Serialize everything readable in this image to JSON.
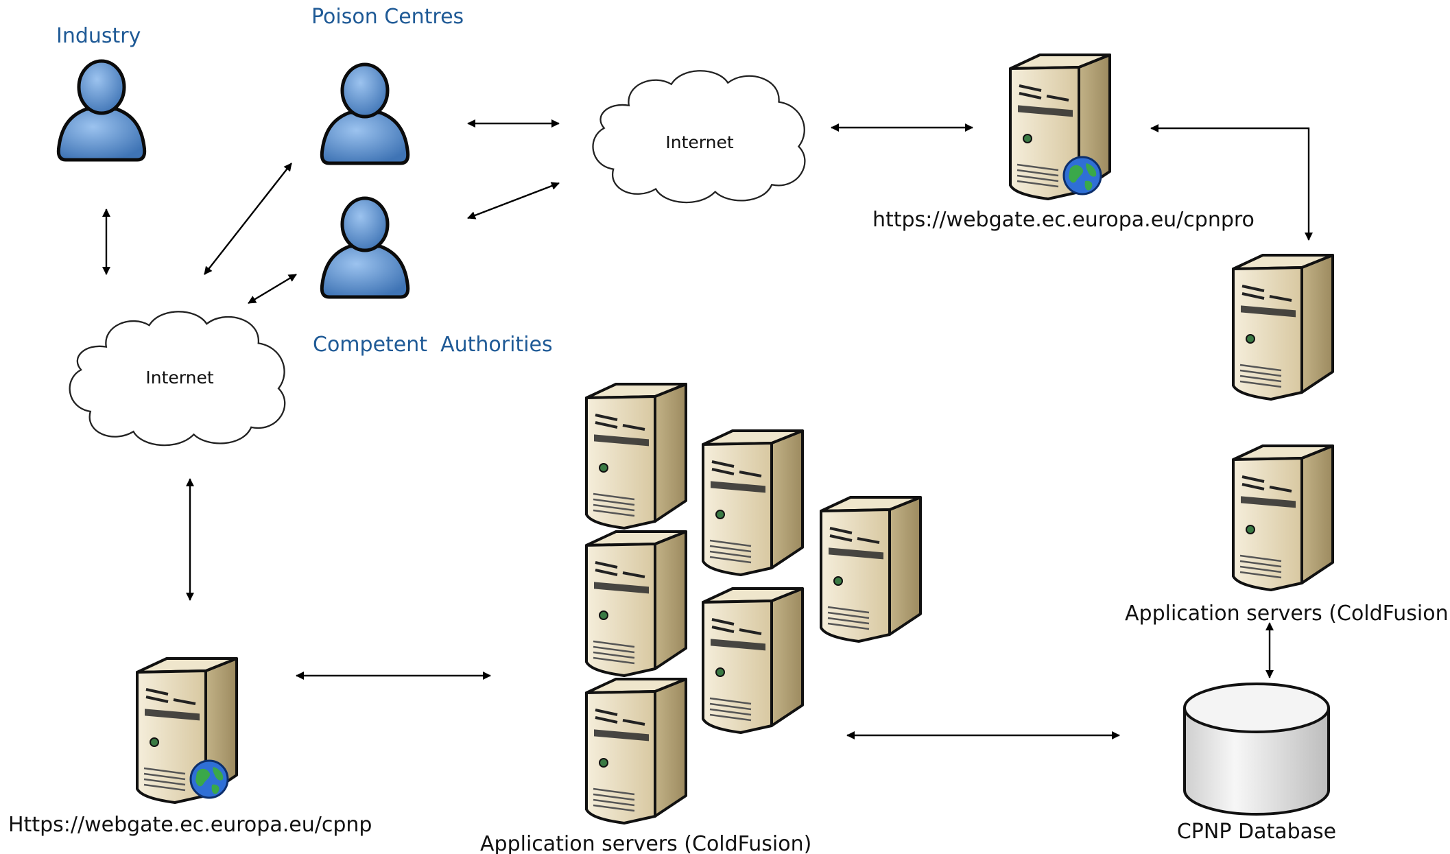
{
  "labels": {
    "industry": "Industry",
    "poison_centres": "Poison Centres",
    "competent_authorities": "Competent  Authorities",
    "internet_top": "Internet",
    "internet_left": "Internet",
    "url_cpnpro": "https://webgate.ec.europa.eu/cpnpro",
    "url_cpnp": "Https://webgate.ec.europa.eu/cpnp",
    "app_servers_left": "Application servers (ColdFusion)",
    "app_servers_right": "Application servers (ColdFusion)",
    "database": "CPNP Database"
  },
  "icons": {
    "user": "user-icon",
    "cloud": "cloud-icon",
    "server": "server-icon",
    "web_server": "web-server-globe-icon",
    "database": "database-cylinder-icon"
  },
  "colors": {
    "role_text": "#1f5a96",
    "user_fill": "#4f86c6",
    "server_front": "#e8dcc0",
    "server_side": "#b8a77d",
    "globe_water": "#2f6fd6",
    "globe_land": "#3aa84a",
    "db_fill": "#e4e4e4"
  }
}
